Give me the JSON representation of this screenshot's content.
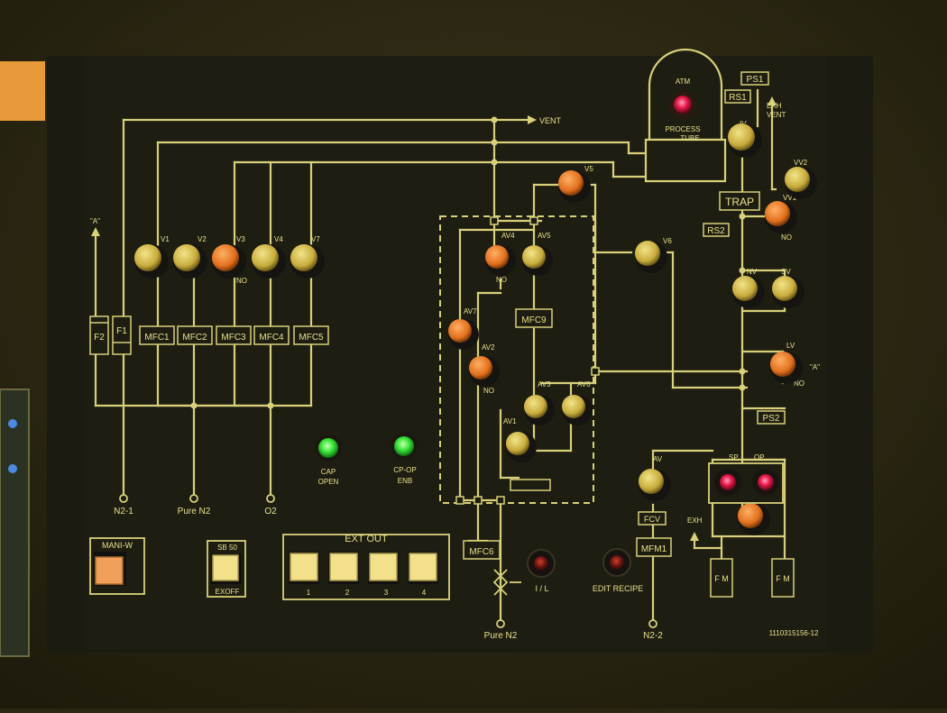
{
  "colors": {
    "background": "#2a2612",
    "panel": "#1e1d12",
    "line": "#d8d07a",
    "text": "#e8e08a",
    "valve_yellow": "#d4bc4a",
    "valve_orange": "#e8782a",
    "led_green": "#3ce83c",
    "led_red": "#e81848"
  },
  "labels": {
    "vent": "VENT",
    "exh_vent_1": "EXH",
    "exh_vent_2": "VENT",
    "atm": "ATM",
    "process_tube_1": "PROCESS",
    "process_tube_2": "TUBE",
    "ps1": "PS1",
    "rs1": "RS1",
    "rs2": "RS2",
    "ps2": "PS2",
    "trap": "TRAP",
    "iv": "IV",
    "vv2": "VV2",
    "vv1": "VV1",
    "no": "NO",
    "nv": "NV",
    "sv": "SV",
    "lv": "LV",
    "a_mark": "\"A\"",
    "v1": "V1",
    "v2": "V2",
    "v3": "V3",
    "v4": "V4",
    "v5": "V5",
    "v6": "V6",
    "v7": "V7",
    "av4": "AV4",
    "av5": "AV5",
    "av7": "AV7",
    "av2": "AV2",
    "av3": "AV3",
    "av6": "AV6",
    "av1": "AV1",
    "av": "AV",
    "sp": "SP",
    "op": "OP",
    "exh": "EXH",
    "fm": "F M",
    "f1": "F1",
    "f2": "F2",
    "mfc1": "MFC1",
    "mfc2": "MFC2",
    "mfc3": "MFC3",
    "mfc4": "MFC4",
    "mfc5": "MFC5",
    "mfc6": "MFC6",
    "mfc9": "MFC9",
    "mfm1": "MFM1",
    "fcv": "FCV",
    "n2_1": "N2-1",
    "pure_n2_1": "Pure N2",
    "o2": "O2",
    "pure_n2_2": "Pure N2",
    "n2_2": "N2-2",
    "cap_open_1": "CAP",
    "cap_open_2": "OPEN",
    "cp_op_1": "CP-OP",
    "cp_op_2": "ENB",
    "il": "I / L",
    "edit_recipe": "EDIT RECIPE",
    "serial": "1110315156-12"
  },
  "controls": {
    "mani_w": "MANI-W",
    "sb50": "SB 50",
    "exoff": "EXOFF",
    "ext_out": "EXT OUT",
    "ext1": "1",
    "ext2": "2",
    "ext3": "3",
    "ext4": "4"
  }
}
